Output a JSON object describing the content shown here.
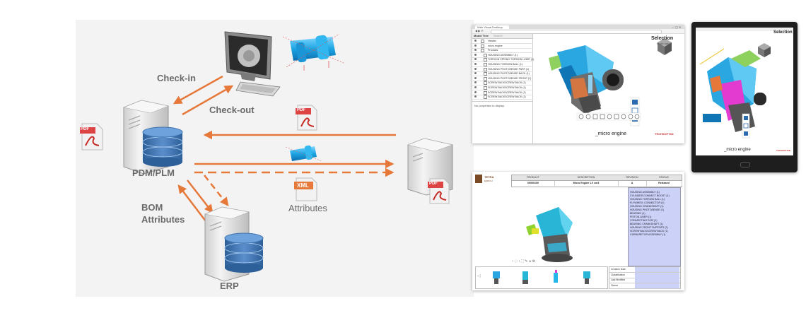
{
  "diagram": {
    "labels": {
      "check_in": "Check-in",
      "check_out": "Check-out",
      "pdm_plm": "PDM/PLM",
      "bom_attributes": "BOM\nAttributes",
      "attributes": "Attributes",
      "erp": "ERP"
    },
    "file_badges": {
      "pdf": "PDF",
      "xml": "XML"
    },
    "colors": {
      "arrow": "#e6783a",
      "label": "#6a6a6a",
      "db": "#3d6fa8",
      "server": "#e8e8e8",
      "pdf_red": "#c62b24",
      "part_cyan": "#22b4e8"
    }
  },
  "viewer_desktop": {
    "app_title": "Web Visual Desktop",
    "tree_header": "Model Tree",
    "search_placeholder": "Search",
    "tree_rows": [
      "Header",
      "micro engine",
      "Products",
      "HOUSING ASSEMBLY (1)",
      "TORSION SPRING TORSION LINER (1)",
      "HOUSING TORSION BALL (1)",
      "HOUSING PHOTOSENSE PART (1)",
      "HOUSING PHOTOSENSE BACK (1)",
      "HOUSING PHOTOSENSE FRONT (1)",
      "SCREW BACKSCREW BACK (1)",
      "SCREW BACKSCREW BACK (1)",
      "SCREW BACKSCREW BACK (1)",
      "SCREW BACKSCREW BACK (1)"
    ],
    "properties_text": "No properties to display",
    "selection_title": "Selection",
    "selection_subtitle": "Node name",
    "caption": "_micro engine",
    "brand": "TECHSOFT3D"
  },
  "viewer_tablet": {
    "selection_title": "Selection",
    "caption": "_micro engine",
    "brand": "TECHSOFT3D"
  },
  "plm_app": {
    "brand_line1": "TETRA",
    "brand_line2": "ENRICH",
    "columns": [
      "PRODUCT",
      "DESCRIPTION",
      "REVISION",
      "STATUS"
    ],
    "row": [
      "00000100",
      "Micro Engine 1.0 cm3",
      "A",
      "Released"
    ],
    "bom_items": [
      "HOUSING ASSEMBLY (1)",
      "CYLINDER CONNECT BOOST (1)",
      "HOUSING TORSION BALL (1)",
      "FLYWHEEL CONNECTOR (1)",
      "HOUSING CRANKSHAFT (1)",
      "HOUSING PHOTOSENSE (1)",
      "BEARING (1)",
      "PISTON LINER (1)",
      "CONNECTING ROD (1)",
      "BEARING CRANKSHAFT (1)",
      "HOUSING FRONT SUPPORT (1)",
      "SCREW BACKSCREW BACK (1)",
      "CARBURETOR ASSEMBLY (1)"
    ],
    "info_labels": [
      "Creation Date",
      "Classification",
      "Last Modified",
      "Owner"
    ]
  }
}
